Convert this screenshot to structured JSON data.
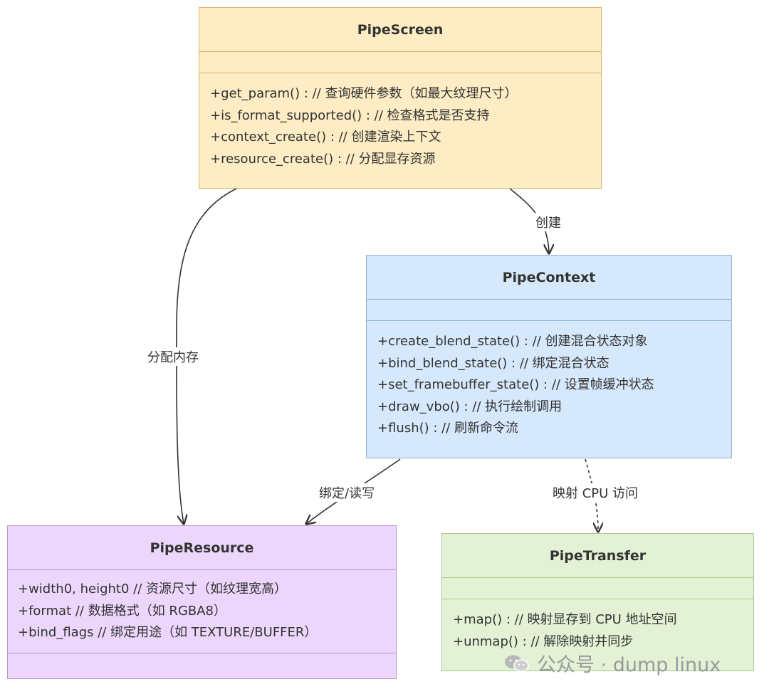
{
  "classes": {
    "pipe_screen": {
      "name": "PipeScreen",
      "methods": [
        "+get_param() : // 查询硬件参数（如最大纹理尺寸）",
        "+is_format_supported() : // 检查格式是否支持",
        "+context_create() : // 创建渲染上下文",
        "+resource_create() : // 分配显存资源"
      ]
    },
    "pipe_context": {
      "name": "PipeContext",
      "methods": [
        "+create_blend_state() : // 创建混合状态对象",
        "+bind_blend_state() : // 绑定混合状态",
        "+set_framebuffer_state() : // 设置帧缓冲状态",
        "+draw_vbo() : // 执行绘制调用",
        "+flush() : // 刷新命令流"
      ]
    },
    "pipe_resource": {
      "name": "PipeResource",
      "attributes": [
        "+width0, height0 // 资源尺寸（如纹理宽高）",
        "+format // 数据格式（如 RGBA8）",
        "+bind_flags // 绑定用途（如 TEXTURE/BUFFER）"
      ]
    },
    "pipe_transfer": {
      "name": "PipeTransfer",
      "methods": [
        "+map() : // 映射显存到 CPU 地址空间",
        "+unmap() : // 解除映射并同步"
      ]
    }
  },
  "relations": {
    "screen_to_context": "创建",
    "screen_to_resource": "分配内存",
    "context_to_resource": "绑定/读写",
    "context_to_transfer": "映射 CPU 访问"
  },
  "watermark": {
    "text": "公众号 · dump linux",
    "icon": "wechat-icon"
  },
  "colors": {
    "screen_fill": "#fdecc4",
    "context_fill": "#d6e8fb",
    "resource_fill": "#edd6fb",
    "transfer_fill": "#e3f2d4",
    "edge": "#333333"
  }
}
